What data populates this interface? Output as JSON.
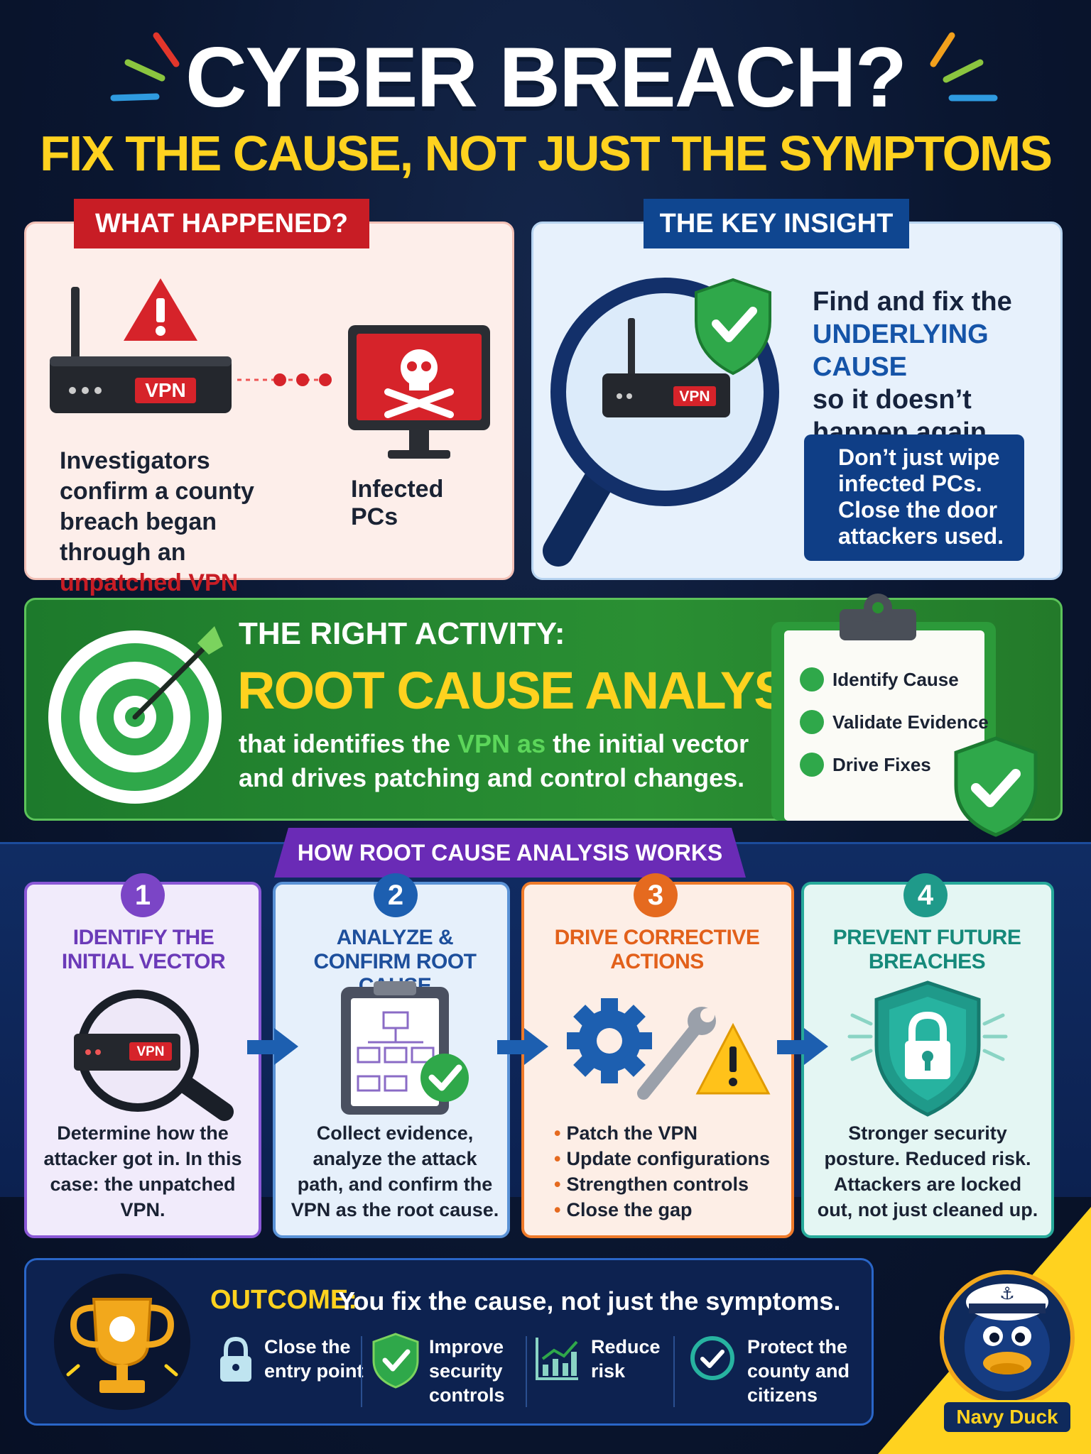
{
  "header": {
    "title": "CYBER BREACH?",
    "subtitle": "FIX THE CAUSE, NOT JUST THE SYMPTOMS"
  },
  "what_happened": {
    "tag": "WHAT HAPPENED?",
    "vpn_label": "VPN",
    "desc_part1": "Investigators confirm a county breach began through an ",
    "desc_highlight": "unpatched VPN appliance.",
    "infected_label": "Infected PCs"
  },
  "key_insight": {
    "tag": "THE KEY INSIGHT",
    "vpn_label": "VPN",
    "line1": "Find and fix the",
    "highlight": "UNDERLYING CAUSE",
    "line2": "so it doesn’t happen again.",
    "box_text": "Don’t just wipe infected PCs. Close the door attackers used."
  },
  "rca": {
    "kicker": "THE RIGHT ACTIVITY:",
    "title": "ROOT CAUSE ANALYSIS",
    "desc_part1": "that identifies the ",
    "desc_vpn": "VPN as",
    "desc_part2": " the initial vector and drives patching and control changes.",
    "checklist": [
      "Identify Cause",
      "Validate Evidence",
      "Drive Fixes"
    ]
  },
  "how": {
    "tag": "HOW ROOT CAUSE ANALYSIS WORKS",
    "steps": [
      {
        "num": "1",
        "title": "IDENTIFY THE INITIAL VECTOR",
        "vpn_label": "VPN",
        "desc": "Determine how the attacker got in. In this case: the unpatched VPN."
      },
      {
        "num": "2",
        "title": "ANALYZE & CONFIRM ROOT CAUSE",
        "desc": "Collect evidence, analyze the attack path, and confirm the VPN as the root cause."
      },
      {
        "num": "3",
        "title": "DRIVE CORRECTIVE ACTIONS",
        "bullets": [
          "Patch the VPN",
          "Update configurations",
          "Strengthen controls",
          "Close the gap"
        ]
      },
      {
        "num": "4",
        "title": "PREVENT FUTURE BREACHES",
        "desc": "Stronger security posture. Reduced risk. Attackers are locked out, not just cleaned up."
      }
    ]
  },
  "outcome": {
    "label": "OUTCOME:",
    "text": "You fix the cause, not just the symptoms.",
    "items": [
      "Close the entry point",
      "Improve security controls",
      "Reduce risk",
      "Protect the county and citizens"
    ]
  },
  "mascot": {
    "label": "Navy Duck"
  },
  "colors": {
    "accent_yellow": "#ffd21f",
    "alert_red": "#c81d25",
    "navy": "#0f4690",
    "green": "#2a8f33",
    "step1": "#8a58d6",
    "step2": "#1d5fb0",
    "step3": "#e56a1f",
    "step4": "#1f9a8a"
  }
}
